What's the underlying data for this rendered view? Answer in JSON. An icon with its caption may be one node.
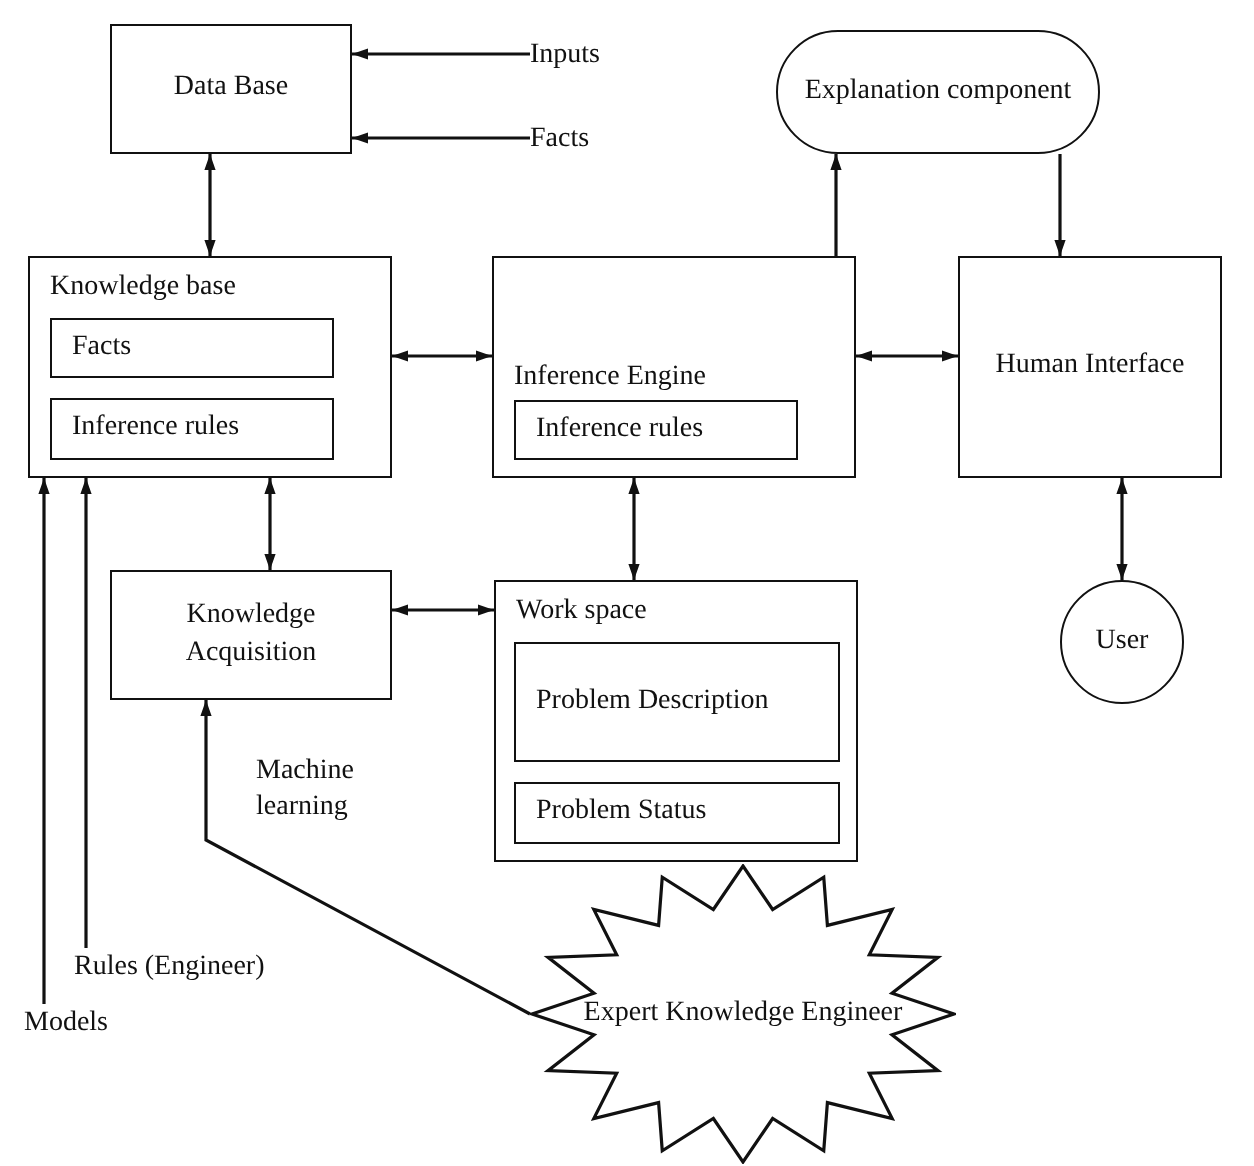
{
  "diagram": {
    "nodes": [
      {
        "text": [
          "Data Base"
        ]
      },
      {
        "text": [
          "Inputs"
        ]
      },
      {
        "text": [
          "Facts"
        ]
      },
      {
        "text": [
          "Explanation component"
        ]
      },
      {
        "text": [
          "Knowledge base"
        ]
      },
      {
        "text": [
          "Facts"
        ],
        "in": 4
      },
      {
        "text": [
          "Inference rules"
        ],
        "in": 4
      },
      {
        "text": [
          "Inference Engine"
        ]
      },
      {
        "text": [
          "Inference rules"
        ],
        "in": 7
      },
      {
        "text": [
          "Human Interface"
        ]
      },
      {
        "text": [
          "Knowledge Acquisition"
        ]
      },
      {
        "text": [
          "Work space"
        ]
      },
      {
        "text": [
          "Problem Description"
        ],
        "in": 11
      },
      {
        "text": [
          "Problem Status"
        ],
        "in": 11
      },
      {
        "text": [
          "User"
        ]
      },
      {
        "text": [
          "Models"
        ]
      },
      {
        "text": [
          "Rules (Engineer)"
        ]
      },
      {
        "text": [
          "Expert Knowledge Engineer"
        ]
      }
    ],
    "edges": [
      {
        "from": 1,
        "to": 0,
        "arrow": "to"
      },
      {
        "from": 2,
        "to": 0,
        "arrow": "to"
      },
      {
        "from": 0,
        "to": 4,
        "arrow": "both"
      },
      {
        "from": 7,
        "to": 3,
        "arrow": "to"
      },
      {
        "from": 3,
        "to": 9,
        "arrow": "to"
      },
      {
        "from": 4,
        "to": 7,
        "arrow": "both"
      },
      {
        "from": 7,
        "to": 9,
        "arrow": "both"
      },
      {
        "from": 4,
        "to": 10,
        "arrow": "both"
      },
      {
        "from": 7,
        "to": 11,
        "arrow": "both"
      },
      {
        "from": 10,
        "to": 11,
        "arrow": "both"
      },
      {
        "from": 9,
        "to": 14,
        "arrow": "both"
      },
      {
        "from": 15,
        "to": 4,
        "arrow": "to"
      },
      {
        "from": 16,
        "to": 4,
        "arrow": "to"
      },
      {
        "from": 17,
        "to": 10,
        "arrow": "to",
        "label": "Machine learning"
      }
    ]
  }
}
